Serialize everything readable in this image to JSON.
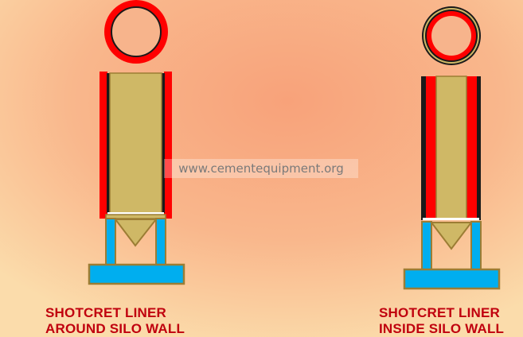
{
  "diagram": {
    "left_silo": {
      "caption_line1": "SHOTCRET LINER",
      "caption_line2": "AROUND SILO WALL"
    },
    "right_silo": {
      "caption_line1": "SHOTCRET LINER",
      "caption_line2": "INSIDE SILO WALL"
    },
    "watermark": "www.cementequipment.org"
  },
  "colors": {
    "background_center": "#f8a77c",
    "background_edge": "#fbd7a6",
    "liner": "#ff0000",
    "silo_body": "#cfb866",
    "outline": "#9c7d34",
    "wall_dark": "#1a1a1a",
    "support": "#00aeef",
    "caption": "#c0000e"
  }
}
